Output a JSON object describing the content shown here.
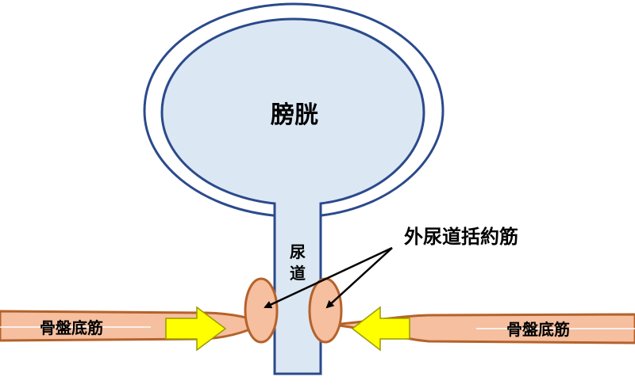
{
  "labels": {
    "bladder": "膀胱",
    "urethra_line1": "尿",
    "urethra_line2": "道",
    "sphincter": "外尿道括約筋",
    "pelvic_floor_left": "骨盤底筋",
    "pelvic_floor_right": "骨盤底筋"
  },
  "colors": {
    "outline": "#2b4a8c",
    "fill": "#dce7f4",
    "muscle_fill": "#f5bfa0",
    "muscle_stroke": "#b5622a",
    "arrow_fill": "#ffff00",
    "arrow_stroke": "#9a9a00",
    "pointer": "#000000"
  }
}
